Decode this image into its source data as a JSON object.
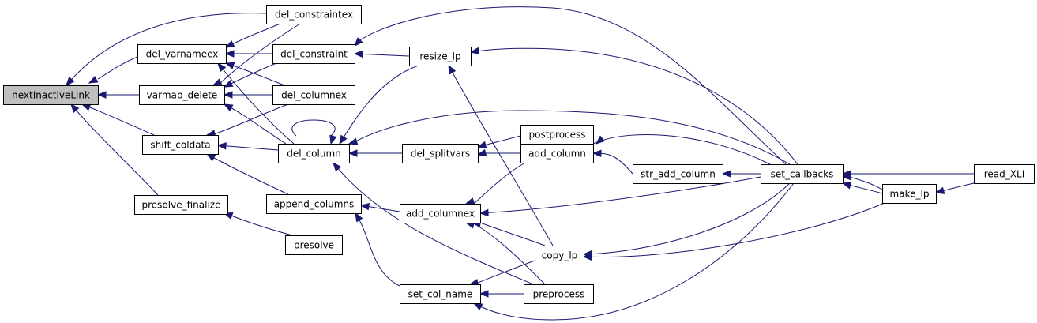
{
  "colors": {
    "edge": "#191970",
    "node_fill": "#ffffff",
    "highlight_fill": "#bfbfbf",
    "border": "#000000"
  },
  "nodes": [
    {
      "id": "nextInactiveLink",
      "label": "nextInactiveLink",
      "highlighted": true
    },
    {
      "id": "del_varnameex",
      "label": "del_varnameex"
    },
    {
      "id": "varmap_delete",
      "label": "varmap_delete"
    },
    {
      "id": "shift_coldata",
      "label": "shift_coldata"
    },
    {
      "id": "presolve_finalize",
      "label": "presolve_finalize"
    },
    {
      "id": "del_constraintex",
      "label": "del_constraintex"
    },
    {
      "id": "del_constraint",
      "label": "del_constraint"
    },
    {
      "id": "del_columnex",
      "label": "del_columnex"
    },
    {
      "id": "del_column",
      "label": "del_column"
    },
    {
      "id": "append_columns",
      "label": "append_columns"
    },
    {
      "id": "presolve",
      "label": "presolve"
    },
    {
      "id": "resize_lp",
      "label": "resize_lp"
    },
    {
      "id": "del_splitvars",
      "label": "del_splitvars"
    },
    {
      "id": "add_columnex",
      "label": "add_columnex"
    },
    {
      "id": "set_col_name",
      "label": "set_col_name"
    },
    {
      "id": "postprocess",
      "label": "postprocess"
    },
    {
      "id": "add_column",
      "label": "add_column"
    },
    {
      "id": "copy_lp",
      "label": "copy_lp"
    },
    {
      "id": "preprocess",
      "label": "preprocess"
    },
    {
      "id": "str_add_column",
      "label": "str_add_column"
    },
    {
      "id": "set_callbacks",
      "label": "set_callbacks"
    },
    {
      "id": "make_lp",
      "label": "make_lp"
    },
    {
      "id": "read_XLI",
      "label": "read_XLI"
    }
  ],
  "edges": [
    {
      "from": "del_varnameex",
      "to": "nextInactiveLink"
    },
    {
      "from": "varmap_delete",
      "to": "nextInactiveLink"
    },
    {
      "from": "shift_coldata",
      "to": "nextInactiveLink"
    },
    {
      "from": "presolve_finalize",
      "to": "nextInactiveLink"
    },
    {
      "from": "del_constraintex",
      "to": "nextInactiveLink"
    },
    {
      "from": "del_constraintex",
      "to": "del_varnameex"
    },
    {
      "from": "del_constraint",
      "to": "del_varnameex"
    },
    {
      "from": "del_columnex",
      "to": "del_varnameex"
    },
    {
      "from": "del_column",
      "to": "del_varnameex"
    },
    {
      "from": "del_constraintex",
      "to": "varmap_delete"
    },
    {
      "from": "del_constraint",
      "to": "varmap_delete"
    },
    {
      "from": "del_columnex",
      "to": "varmap_delete"
    },
    {
      "from": "del_column",
      "to": "varmap_delete"
    },
    {
      "from": "del_columnex",
      "to": "shift_coldata"
    },
    {
      "from": "del_column",
      "to": "shift_coldata"
    },
    {
      "from": "append_columns",
      "to": "shift_coldata"
    },
    {
      "from": "presolve",
      "to": "presolve_finalize"
    },
    {
      "from": "resize_lp",
      "to": "del_constraint"
    },
    {
      "from": "set_callbacks",
      "to": "del_constraint"
    },
    {
      "from": "del_column",
      "to": "del_column"
    },
    {
      "from": "del_splitvars",
      "to": "del_column"
    },
    {
      "from": "resize_lp",
      "to": "del_column"
    },
    {
      "from": "set_callbacks",
      "to": "del_column"
    },
    {
      "from": "preprocess",
      "to": "del_column"
    },
    {
      "from": "add_columnex",
      "to": "append_columns"
    },
    {
      "from": "set_col_name",
      "to": "append_columns"
    },
    {
      "from": "set_callbacks",
      "to": "resize_lp"
    },
    {
      "from": "copy_lp",
      "to": "resize_lp"
    },
    {
      "from": "postprocess",
      "to": "del_splitvars"
    },
    {
      "from": "add_column",
      "to": "del_splitvars"
    },
    {
      "from": "add_column",
      "to": "add_columnex"
    },
    {
      "from": "set_callbacks",
      "to": "add_columnex"
    },
    {
      "from": "copy_lp",
      "to": "add_columnex"
    },
    {
      "from": "preprocess",
      "to": "add_columnex"
    },
    {
      "from": "copy_lp",
      "to": "set_col_name"
    },
    {
      "from": "preprocess",
      "to": "set_col_name"
    },
    {
      "from": "set_callbacks",
      "to": "set_col_name"
    },
    {
      "from": "str_add_column",
      "to": "add_column"
    },
    {
      "from": "set_callbacks",
      "to": "add_column"
    },
    {
      "from": "set_callbacks",
      "to": "copy_lp"
    },
    {
      "from": "make_lp",
      "to": "copy_lp"
    },
    {
      "from": "set_callbacks",
      "to": "str_add_column"
    },
    {
      "from": "make_lp",
      "to": "set_callbacks"
    },
    {
      "from": "read_XLI",
      "to": "set_callbacks"
    },
    {
      "from": "read_XLI",
      "to": "make_lp"
    }
  ]
}
